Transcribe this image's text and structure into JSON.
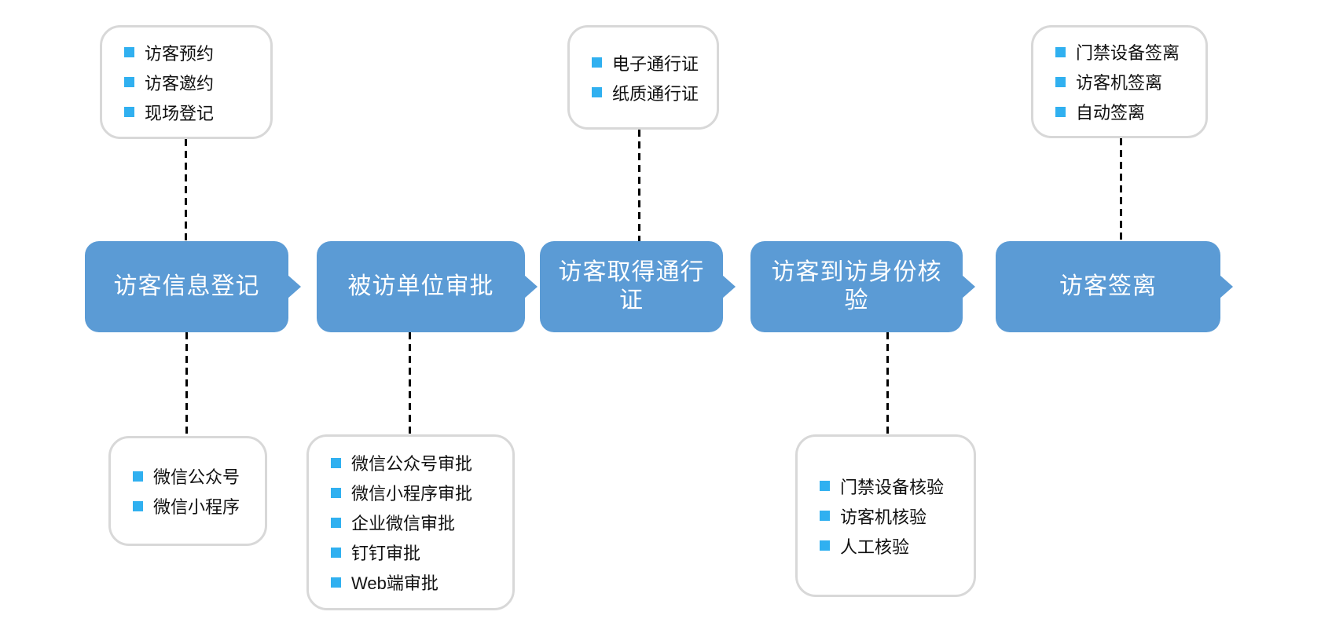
{
  "colors": {
    "process_box_blue": "#5B9BD5",
    "bullet_blue": "#30B0F0",
    "callout_border_gray": "#D8D8D8",
    "connector_black": "#000000",
    "process_text_white": "#FFFFFF",
    "callout_text_black": "#111111"
  },
  "steps": [
    {
      "label": "访客信息登记"
    },
    {
      "label": "被访单位审批"
    },
    {
      "label": "访客取得通行证"
    },
    {
      "label": "访客到访身份核验"
    },
    {
      "label": "访客签离"
    }
  ],
  "callouts": {
    "top_left": {
      "items": [
        "访客预约",
        "访客邀约",
        "现场登记"
      ]
    },
    "top_center": {
      "items": [
        "电子通行证",
        "纸质通行证"
      ]
    },
    "top_right": {
      "items": [
        "门禁设备签离",
        "访客机签离",
        "自动签离"
      ]
    },
    "bottom_left": {
      "items": [
        "微信公众号",
        "微信小程序"
      ]
    },
    "bottom_center": {
      "items": [
        "微信公众号审批",
        "微信小程序审批",
        "企业微信审批",
        "钉钉审批",
        "Web端审批"
      ]
    },
    "bottom_right": {
      "items": [
        "门禁设备核验",
        "访客机核验",
        "人工核验"
      ]
    }
  }
}
